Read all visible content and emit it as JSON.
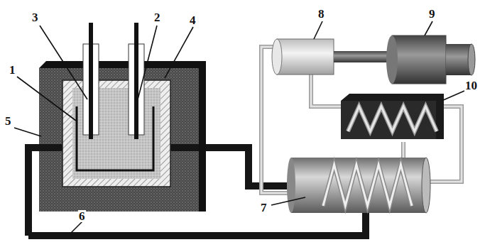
{
  "diagram": {
    "labels": [
      "3",
      "2",
      "8",
      "9",
      "1",
      "4",
      "10",
      "5",
      "7",
      "6"
    ]
  }
}
